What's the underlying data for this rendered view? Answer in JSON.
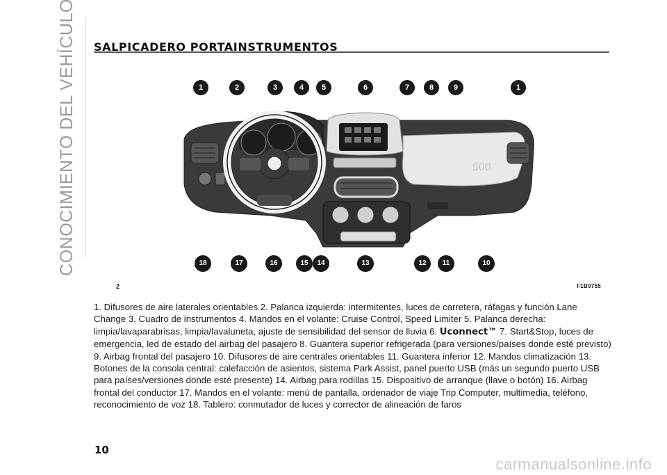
{
  "side_label": "CONOCIMIENTO DEL VEHÍCULO",
  "section_title": "SALPICADERO PORTAINSTRUMENTOS",
  "figure": {
    "number": "2",
    "code": "F1B0755",
    "callouts_top": [
      "1",
      "2",
      "3",
      "4",
      "5",
      "6",
      "7",
      "8",
      "9",
      "1"
    ],
    "callouts_bottom": [
      "18",
      "17",
      "16",
      "15",
      "14",
      "13",
      "12",
      "11",
      "10"
    ],
    "badge_text": "500"
  },
  "caption": {
    "part1": "1. Difusores de aire laterales orientables 2. Palanca izquierda: intermitentes, luces de carretera, ráfagas y función Lane Change 3. Cuadro de instrumentos 4. Mandos en el volante: Cruise Control, Speed Limiter 5. Palanca derecha: limpia/lavaparabrisas, limpia/lavaluneta, ajuste de sensibilidad del sensor de lluvia 6. ",
    "brand": "Uconnect™",
    "part2": " 7. Start&Stop, luces de emergencia, led de estado del airbag del pasajero 8. Guantera superior refrigerada (para versiones/países donde esté previsto) 9. Airbag frontal del pasajero 10. Difusores de aire centrales orientables 11. Guantera inferior 12. Mandos climatización 13. Botones de la consola central: calefacción de asientos, sistema Park Assist, panel puerto USB (más un segundo puerto USB para países/versiones donde esté presente) 14. Airbag para rodillas 15. Dispositivo de arranque (llave o botón) 16. Airbag frontal del conductor 17. Mandos en el volante: menú de pantalla, ordenador de viaje Trip Computer, multimedia, teléfono, reconocimiento de voz 18. Tablero: conmutador de luces y corrector de alineación de faros"
  },
  "page_number": "10",
  "watermark": "carmanualsonline.info"
}
